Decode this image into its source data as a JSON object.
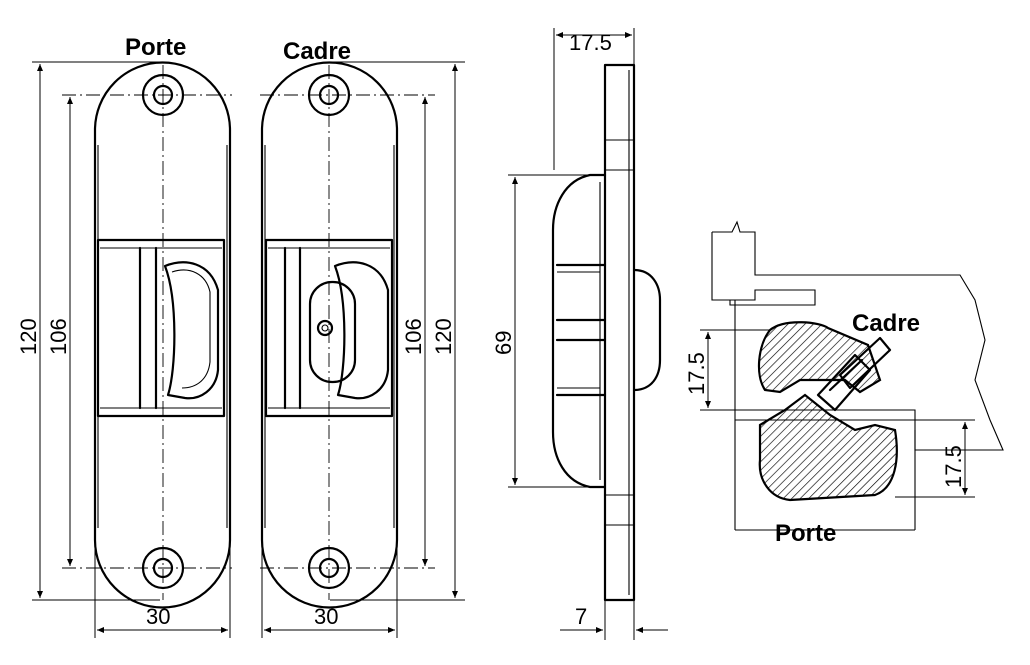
{
  "labels": {
    "porte": "Porte",
    "cadre": "Cadre",
    "section_cadre": "Cadre",
    "section_porte": "Porte"
  },
  "dimensions": {
    "total_height": "120",
    "hole_spacing": "106",
    "width": "30",
    "body_height": "69",
    "thickness": "17.5",
    "flange": "7",
    "gap_top": "17.5",
    "gap_bottom": "17.5"
  }
}
